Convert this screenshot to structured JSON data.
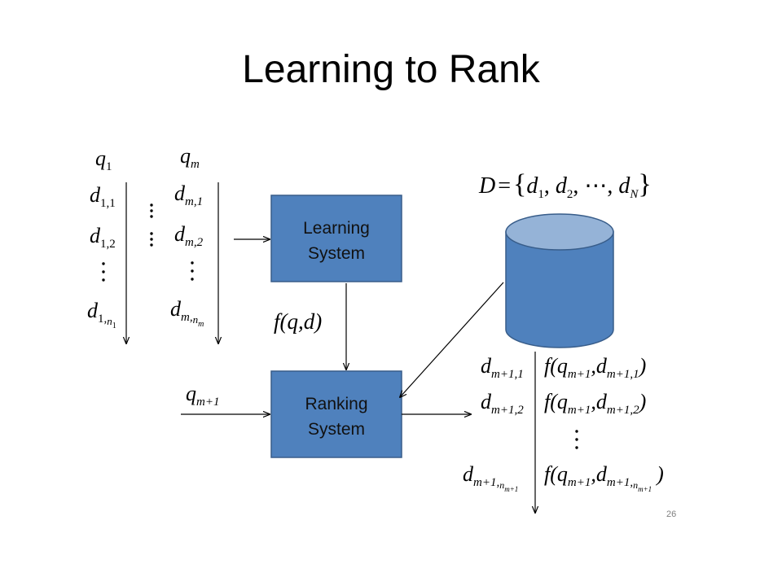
{
  "slide": {
    "title": "Learning to Rank",
    "page_number": "26"
  },
  "queries": {
    "first": {
      "q": "q",
      "q_sub": "1"
    },
    "mth": {
      "q": "q",
      "q_sub": "m"
    },
    "new": {
      "q": "q",
      "q_sub": "m+1"
    }
  },
  "doc_list_1": [
    {
      "base": "d",
      "sub": "1,1"
    },
    {
      "base": "d",
      "sub": "1,2"
    },
    {
      "base": "d",
      "sub": "1,",
      "subsub": "n",
      "subsubsub": "1"
    }
  ],
  "doc_list_m": [
    {
      "base": "d",
      "sub": "m,1"
    },
    {
      "base": "d",
      "sub": "m,2"
    },
    {
      "base": "d",
      "sub": "m,",
      "subsub": "n",
      "subsubsub": "m"
    }
  ],
  "boxes": {
    "learning": {
      "line1": "Learning",
      "line2": "System"
    },
    "ranking": {
      "line1": "Ranking",
      "line2": "System"
    }
  },
  "model_label": "f(q,d)",
  "document_set": {
    "lhs": "D",
    "eq": "=",
    "items": "d",
    "subs": [
      "1",
      "2",
      "N"
    ],
    "ellipsis": "⋯"
  },
  "output": {
    "docs": [
      {
        "base": "d",
        "sub": "m+1,1"
      },
      {
        "base": "d",
        "sub": "m+1,2"
      },
      {
        "base": "d",
        "sub": "m+1,",
        "subsub": "n",
        "subsubsub": "m+1"
      }
    ],
    "scores": [
      {
        "f": "f(q",
        "q_sub": "m+1",
        "mid": ",d",
        "d_sub": "m+1,1",
        "close": ")"
      },
      {
        "f": "f(q",
        "q_sub": "m+1",
        "mid": ",d",
        "d_sub": "m+1,2",
        "close": ")"
      },
      {
        "f": "f(q",
        "q_sub": "m+1",
        "mid": ",d",
        "d_sub": "m+1,",
        "d_subsub": "n",
        "d_subsubsub": "m+1",
        "close": ")"
      }
    ]
  },
  "colors": {
    "box_fill": "#4f81bd",
    "box_stroke": "#385d8a",
    "cylinder_top": "#95b3d7",
    "arrow": "#000000"
  }
}
